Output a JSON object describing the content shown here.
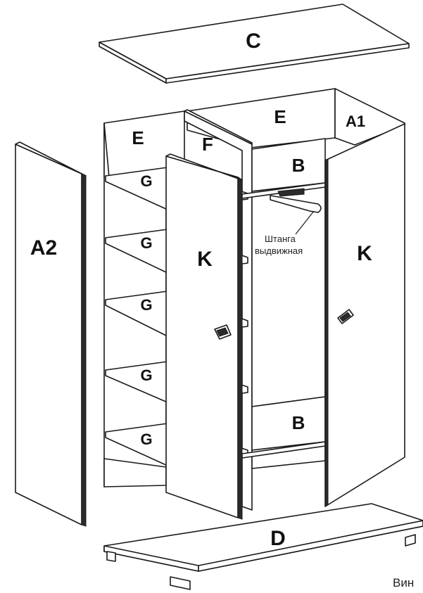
{
  "labels": {
    "top_panel": "C",
    "left_back_panel": "E",
    "right_back_panel": "E",
    "divider_panel": "F",
    "right_side_inner": "A1",
    "upper_shelf": "B",
    "lower_shelf": "B",
    "left_side_panel": "A2",
    "shelves": [
      "G",
      "G",
      "G",
      "G",
      "G"
    ],
    "left_door": "K",
    "right_door": "K",
    "base_panel": "D"
  },
  "annotation": {
    "line1": "Штанга",
    "line2": "выдвижная"
  },
  "footer": "Вин"
}
